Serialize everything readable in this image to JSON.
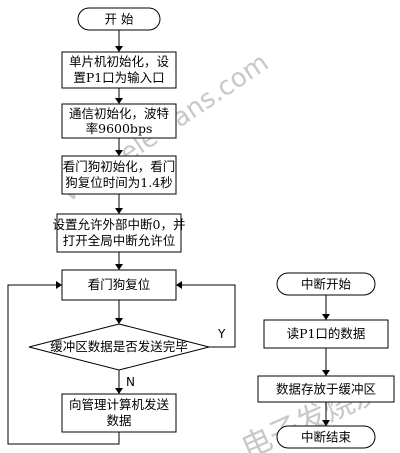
{
  "main_flow": {
    "start": "开  始",
    "init_mcu": [
      "单片机初始化，设",
      "置P1口为输入口"
    ],
    "init_comm": [
      "通信初始化，波特",
      "率9600bps"
    ],
    "init_watchdog": [
      "看门狗初始化，看门",
      "狗复位时间为1.4秒"
    ],
    "setup_interrupt": [
      "设置允许外部中断0，并",
      "打开全局中断允许位"
    ],
    "watchdog_reset": "看门狗复位",
    "decision": "缓冲区数据是否发送完毕",
    "decision_yes": "Y",
    "decision_no": "N",
    "send_data": [
      "向管理计算机发送",
      "数据"
    ]
  },
  "interrupt_flow": {
    "start": "中断开始",
    "read_port": "读P1口的数据",
    "store_buffer": "数据存放于缓冲区",
    "end": "中断结束"
  },
  "watermark": {
    "url": "www.elecfans.com",
    "site": "电子发烧友"
  }
}
